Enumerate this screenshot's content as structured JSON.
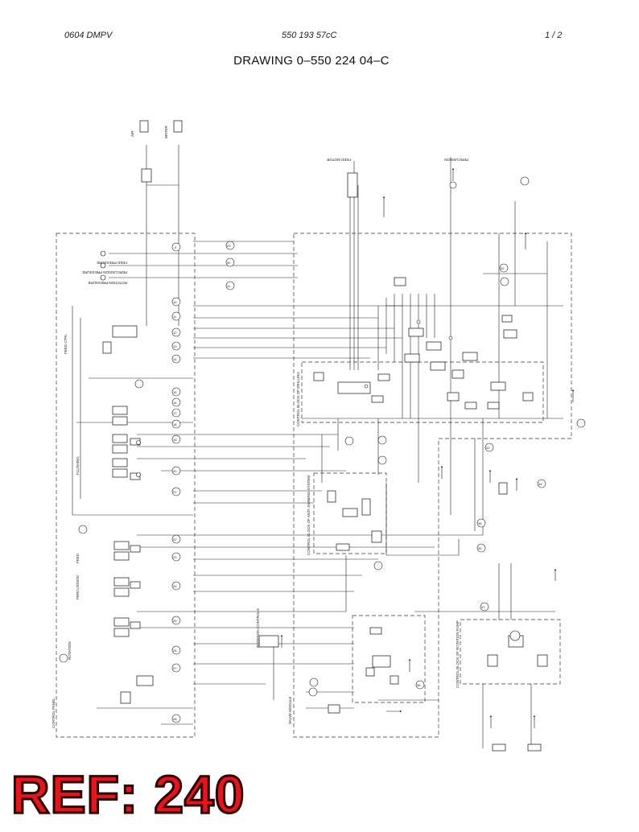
{
  "header": {
    "left": "0604 DMPV",
    "center": "550 193 57cC",
    "right": "1 /   2"
  },
  "title": "DRAWING 0–550 224 04–C",
  "labels": {
    "control_panel": "CONTROL PANEL",
    "control_block_drilling": "CONTROL BLOCK OF DRILLING",
    "control_block_anti_jamming": "CONTROL BLOCK OF ANTI-JAMMING SYSTEM",
    "control_block_pump": "CONTROL BLOCK OF ROTATION PUMP",
    "valve_module": "VALVE MODULE",
    "rotation_controls": "ROTATION CONTROLS",
    "feed_ctrl": "FEED CTRL",
    "percussion": "PERCUSSION",
    "rotation": "ROTATION",
    "feed": "FEED",
    "flushing": "FLUSHING",
    "air": "AIR",
    "water": "WATER",
    "feed_motor": "FEED MOTOR",
    "percussion_top": "PERCUSSION",
    "feed_pressure": "FEED PRESSURE",
    "percussion_pressure": "PERCUSSION PRESSURE",
    "rotation_pressure": "ROTATION PRESSURE"
  },
  "callouts": [
    "9",
    "10",
    "11",
    "12",
    "13",
    "14",
    "15",
    "16",
    "17",
    "18",
    "19",
    "20",
    "21",
    "22",
    "23",
    "24",
    "25",
    "26",
    "27",
    "28",
    "29",
    "30",
    "31",
    "32",
    "33",
    "34",
    "35",
    "36",
    "37",
    "38"
  ],
  "ref_badge": "REF: 240"
}
